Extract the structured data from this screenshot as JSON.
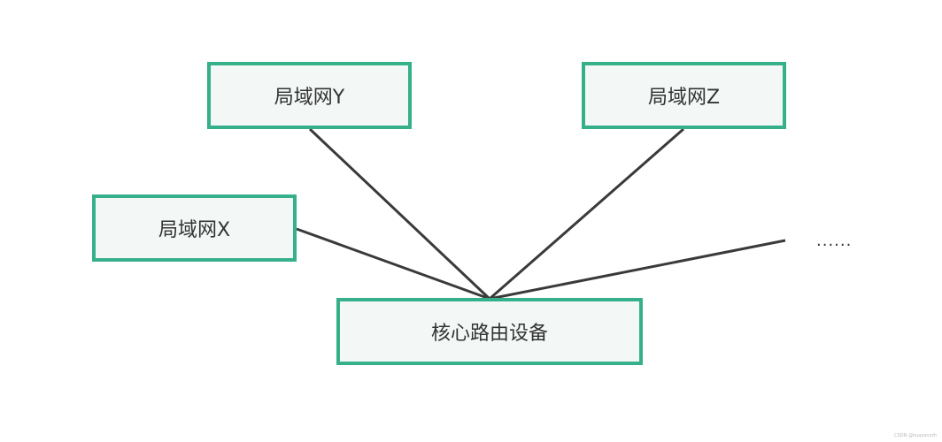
{
  "diagram": {
    "nodes": {
      "lan_y": "局域网Y",
      "lan_z": "局域网Z",
      "lan_x": "局域网X",
      "core_router": "核心路由设备"
    },
    "more_indicator": "......",
    "watermark": "CSDN @huayanzzh"
  },
  "colors": {
    "node_border": "#36b08a",
    "node_fill": "#f3f8f6",
    "link_line": "#3a3a3a"
  }
}
